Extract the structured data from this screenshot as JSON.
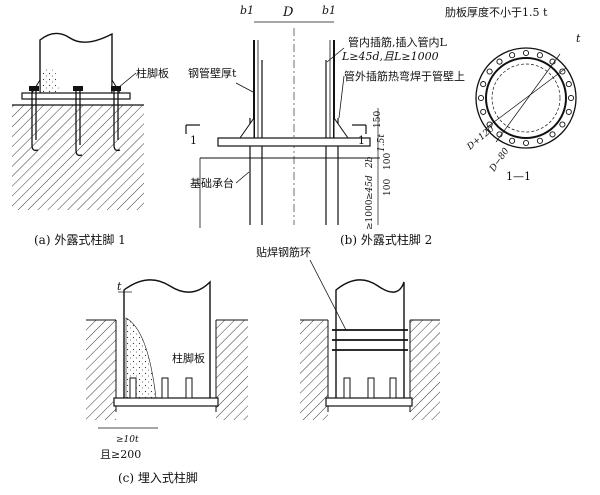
{
  "figure_a": {
    "caption": "(a) 外露式柱脚 1",
    "label_plate": "柱脚板"
  },
  "figure_b": {
    "caption": "(b) 外露式柱脚 2",
    "label_wall": "钢管壁厚t",
    "label_cap": "基础承台",
    "label_inner_bar_1": "管内插筋,插入管内L",
    "label_inner_bar_2": "L≥45d,且L≥1000",
    "label_outer_bar": "管外插筋热弯焊于管壁上",
    "label_rib": "肋板厚度不小于1.5 t",
    "symbol_D": "D",
    "symbol_b1_left": "b1",
    "symbol_b1_right": "b1",
    "section_mark_left": "1",
    "section_mark_right": "1",
    "section_title": "1—1",
    "dim_150": "150",
    "dim_1_5t": "1.5t",
    "dim_2b": "2b",
    "dim_100_a": "100",
    "dim_45d": "≥45d",
    "dim_100_b": "100",
    "dim_1000": "≥1000",
    "sec_t": "t",
    "sec_d120": "D+120",
    "sec_d80": "D−80"
  },
  "figure_c": {
    "caption": "(c) 埋入式柱脚",
    "label_ring": "贴焊钢筋环",
    "label_plate": "柱脚板",
    "symbol_t": "t",
    "dim_10t": "≥10t",
    "dim_200": "且≥200"
  }
}
